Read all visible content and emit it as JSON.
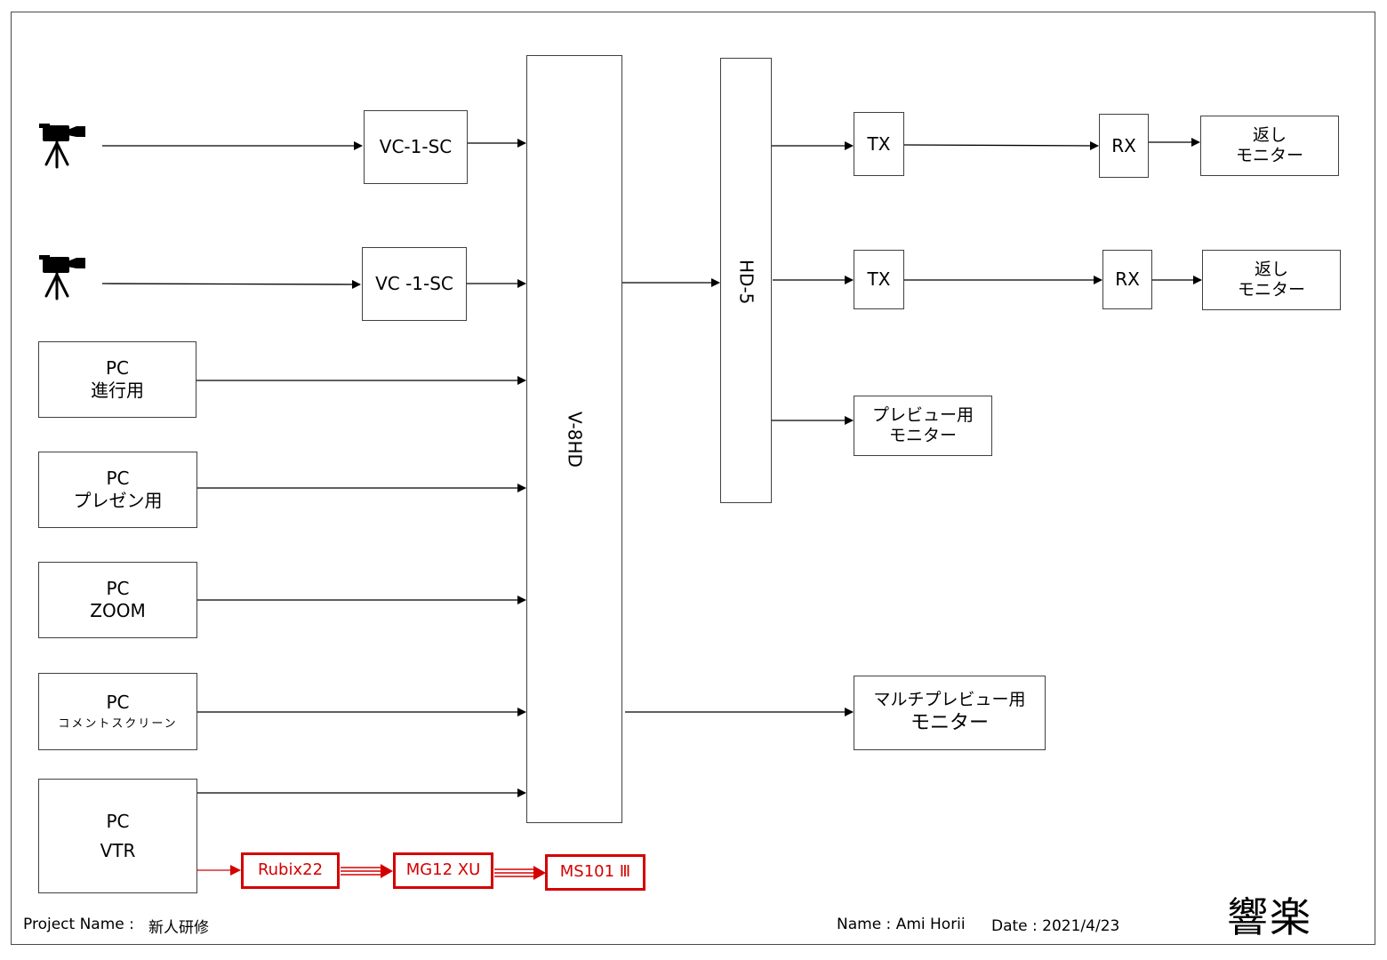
{
  "diagram": {
    "cameras": [
      {
        "icon": "video-camera-tripod-icon"
      },
      {
        "icon": "video-camera-tripod-icon"
      }
    ],
    "converters": [
      {
        "label": "VC-1-SC"
      },
      {
        "label": "VC -1-SC"
      }
    ],
    "pc_sources": [
      {
        "line1": "PC",
        "line2": "進行用"
      },
      {
        "line1": "PC",
        "line2": "プレゼン用"
      },
      {
        "line1": "PC",
        "line2": "ZOOM"
      },
      {
        "line1": "PC",
        "line2": "コメントスクリーン"
      },
      {
        "line1": "PC",
        "line2": "VTR"
      }
    ],
    "switcher": {
      "label": "V-8HD"
    },
    "distributor": {
      "label": "HD-5"
    },
    "transmitters": [
      {
        "label": "TX"
      },
      {
        "label": "TX"
      }
    ],
    "receivers": [
      {
        "label": "RX"
      },
      {
        "label": "RX"
      }
    ],
    "return_monitors": [
      {
        "line1": "返し",
        "line2": "モニター"
      },
      {
        "line1": "返し",
        "line2": "モニター"
      }
    ],
    "preview_monitor": {
      "line1": "プレビュー用",
      "line2": "モニター"
    },
    "multi_preview_monitor": {
      "line1": "マルチプレビュー用",
      "line2": "モニター"
    },
    "audio_chain": [
      {
        "label": "Rubix22"
      },
      {
        "label": "MG12 XU"
      },
      {
        "label": "MS101 Ⅲ"
      }
    ],
    "colors": {
      "audio_chain": "#d40000",
      "line": "#000000",
      "border": "#404040"
    }
  },
  "footer": {
    "project_label": "Project Name :",
    "project_value": "新人研修",
    "name_text": "Name : Ami Horii",
    "date_text": "Date : 2021/4/23",
    "logo_text": "響楽"
  }
}
